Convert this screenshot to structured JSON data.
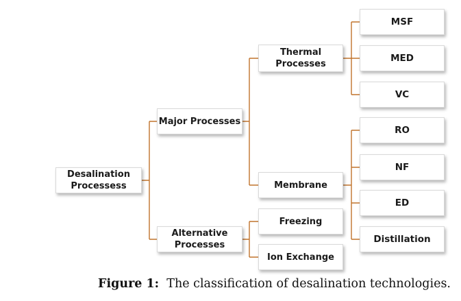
{
  "nodes": {
    "root": "Desalination\nProcessess",
    "major": "Major Processes",
    "alternative": "Alternative\nProcesses",
    "thermal": "Thermal\nProcesses",
    "membrane": "Membrane",
    "freezing": "Freezing",
    "ion_exchange": "Ion Exchange",
    "msf": "MSF",
    "med": "MED",
    "vc": "VC",
    "ro": "RO",
    "nf": "NF",
    "ed": "ED",
    "distillation": "Distillation"
  },
  "caption": {
    "label": "Figure 1:",
    "text": "The classification of desalination technologies."
  },
  "colors": {
    "connector": "#c0732c"
  }
}
